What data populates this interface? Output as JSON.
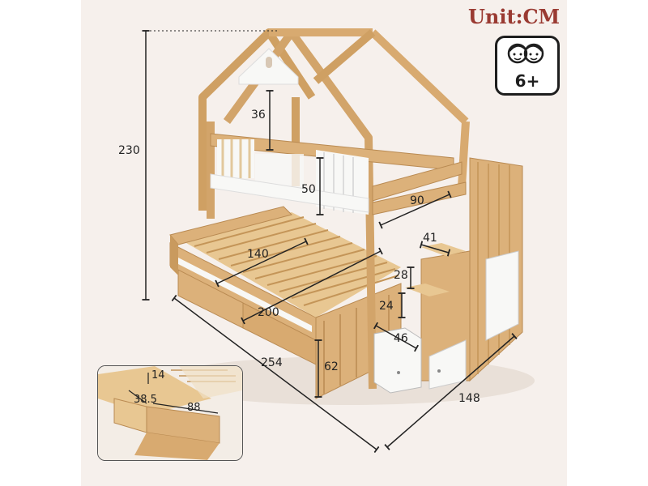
{
  "unit_label": "Unit:CM",
  "age_badge": {
    "text": "6+",
    "icon": "kids-faces-icon"
  },
  "dimensions": {
    "total_height": "230",
    "roof_gap": "36",
    "guardrail_height": "50",
    "top_bed_width": "90",
    "lower_bed_width": "140",
    "lower_bed_length": "200",
    "total_length": "254",
    "lower_bed_height": "62",
    "stair_top_width": "41",
    "stair_step_height_1": "28",
    "stair_step_height_2": "24",
    "stair_drawer_depth": "46",
    "total_width": "148"
  },
  "drawer_inset": {
    "depth": "14",
    "width": "38.5",
    "length": "88"
  },
  "colors": {
    "wood": "#dcb17a",
    "wood_dark": "#b98a52",
    "white_panel": "#f8f8f6",
    "background": "#f6f0ec",
    "accent": "#9a3a32"
  }
}
